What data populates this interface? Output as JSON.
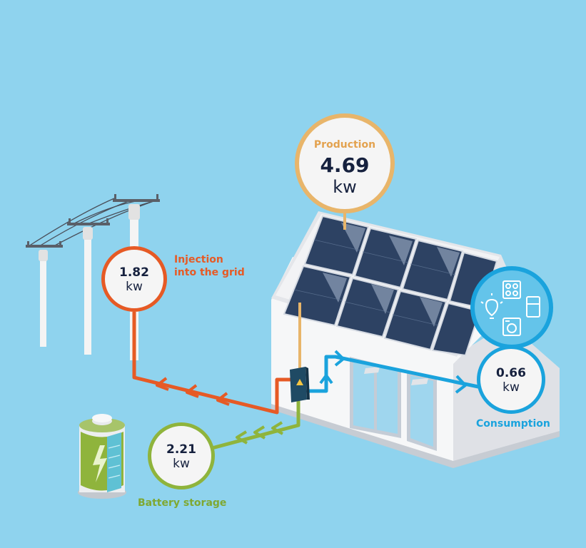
{
  "production": {
    "title": "Production",
    "value": "4.69",
    "unit": "kw"
  },
  "injection": {
    "label_line1": "Injection",
    "label_line2": "into the grid",
    "value": "1.82",
    "unit": "kw"
  },
  "consumption": {
    "label": "Consumption",
    "value": "0.66",
    "unit": "kw"
  },
  "battery": {
    "label": "Battery storage",
    "value": "2.21",
    "unit": "kw"
  },
  "colors": {
    "background": "#8fd3ee",
    "production": "#e8b56a",
    "injection": "#e65a25",
    "consumption": "#1aa3dd",
    "battery": "#8fb43c"
  },
  "icons": [
    "power-pole-icon",
    "solar-panel-icon",
    "inverter-icon",
    "battery-icon",
    "cooktop-icon",
    "light-bulb-icon",
    "fridge-icon",
    "washing-machine-icon"
  ]
}
